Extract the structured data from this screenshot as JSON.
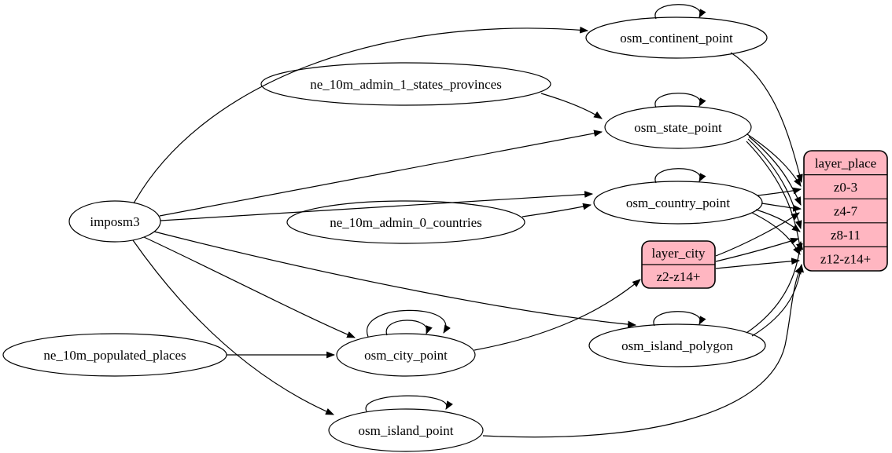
{
  "diagram": {
    "kind": "etl-dependency-graph",
    "direction": "left-to-right",
    "colors": {
      "background": "#ffffff",
      "edge": "#000000",
      "ellipse_fill": "#ffffff",
      "record_fill": "#ffb6c1",
      "text": "#000000"
    },
    "nodes": [
      {
        "id": "imposm3",
        "shape": "ellipse",
        "label": "imposm3"
      },
      {
        "id": "ne_10m_admin_1_states_provinces",
        "shape": "ellipse",
        "label": "ne_10m_admin_1_states_provinces"
      },
      {
        "id": "ne_10m_admin_0_countries",
        "shape": "ellipse",
        "label": "ne_10m_admin_0_countries"
      },
      {
        "id": "ne_10m_populated_places",
        "shape": "ellipse",
        "label": "ne_10m_populated_places"
      },
      {
        "id": "osm_continent_point",
        "shape": "ellipse",
        "label": "osm_continent_point"
      },
      {
        "id": "osm_state_point",
        "shape": "ellipse",
        "label": "osm_state_point"
      },
      {
        "id": "osm_country_point",
        "shape": "ellipse",
        "label": "osm_country_point"
      },
      {
        "id": "osm_city_point",
        "shape": "ellipse",
        "label": "osm_city_point"
      },
      {
        "id": "osm_island_polygon",
        "shape": "ellipse",
        "label": "osm_island_polygon"
      },
      {
        "id": "osm_island_point",
        "shape": "ellipse",
        "label": "osm_island_point"
      },
      {
        "id": "layer_city",
        "shape": "record",
        "rows": [
          "layer_city",
          "z2-z14+"
        ]
      },
      {
        "id": "layer_place",
        "shape": "record",
        "rows": [
          "layer_place",
          "z0-3",
          "z4-7",
          "z8-11",
          "z12-z14+"
        ]
      }
    ],
    "edges": [
      {
        "from": "imposm3",
        "to": "osm_continent_point"
      },
      {
        "from": "imposm3",
        "to": "osm_state_point"
      },
      {
        "from": "imposm3",
        "to": "osm_country_point"
      },
      {
        "from": "imposm3",
        "to": "osm_city_point"
      },
      {
        "from": "imposm3",
        "to": "osm_island_polygon"
      },
      {
        "from": "imposm3",
        "to": "osm_island_point"
      },
      {
        "from": "ne_10m_admin_1_states_provinces",
        "to": "osm_state_point"
      },
      {
        "from": "ne_10m_admin_0_countries",
        "to": "osm_country_point"
      },
      {
        "from": "ne_10m_populated_places",
        "to": "osm_city_point"
      },
      {
        "from": "osm_continent_point",
        "to": "osm_continent_point"
      },
      {
        "from": "osm_state_point",
        "to": "osm_state_point"
      },
      {
        "from": "osm_country_point",
        "to": "osm_country_point"
      },
      {
        "from": "osm_city_point",
        "to": "osm_city_point",
        "loop": 1
      },
      {
        "from": "osm_city_point",
        "to": "osm_city_point",
        "loop": 2
      },
      {
        "from": "osm_island_polygon",
        "to": "osm_island_polygon"
      },
      {
        "from": "osm_island_point",
        "to": "osm_island_point"
      },
      {
        "from": "osm_continent_point",
        "to": "layer_place",
        "to_port": "z0-3"
      },
      {
        "from": "osm_state_point",
        "to": "layer_place",
        "to_port": "z0-3"
      },
      {
        "from": "osm_state_point",
        "to": "layer_place",
        "to_port": "z4-7"
      },
      {
        "from": "osm_state_point",
        "to": "layer_place",
        "to_port": "z8-11"
      },
      {
        "from": "osm_state_point",
        "to": "layer_place",
        "to_port": "z12-z14+"
      },
      {
        "from": "osm_country_point",
        "to": "layer_place",
        "to_port": "z0-3"
      },
      {
        "from": "osm_country_point",
        "to": "layer_place",
        "to_port": "z4-7"
      },
      {
        "from": "osm_country_point",
        "to": "layer_place",
        "to_port": "z8-11"
      },
      {
        "from": "osm_country_point",
        "to": "layer_place",
        "to_port": "z12-z14+"
      },
      {
        "from": "osm_city_point",
        "to": "layer_city",
        "to_port": "z2-z14+"
      },
      {
        "from": "layer_city",
        "to": "layer_place",
        "to_port": "z4-7"
      },
      {
        "from": "layer_city",
        "to": "layer_place",
        "to_port": "z8-11"
      },
      {
        "from": "layer_city",
        "to": "layer_place",
        "to_port": "z12-z14+"
      },
      {
        "from": "osm_island_polygon",
        "to": "layer_place",
        "to_port": "z8-11"
      },
      {
        "from": "osm_island_polygon",
        "to": "layer_place",
        "to_port": "z12-z14+"
      },
      {
        "from": "osm_island_point",
        "to": "layer_place",
        "to_port": "z12-z14+"
      }
    ]
  }
}
